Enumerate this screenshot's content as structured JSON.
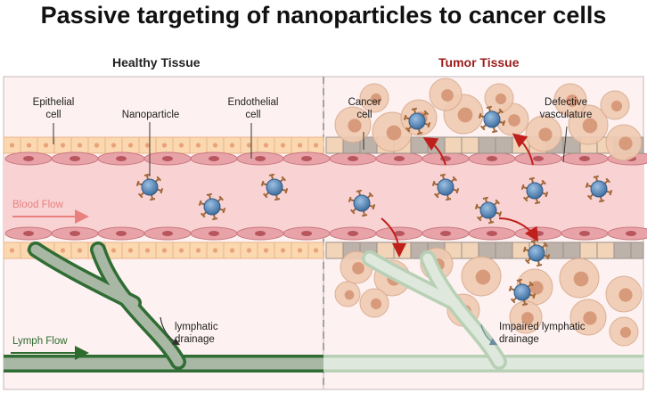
{
  "title": "Passive targeting of nanoparticles to cancer cells",
  "panels": {
    "healthy": {
      "title": "Healthy Tissue",
      "title_color": "#222222"
    },
    "tumor": {
      "title": "Tumor Tissue",
      "title_color": "#9b1b1b"
    }
  },
  "labels": {
    "epithelial": [
      "Epithelial",
      "cell"
    ],
    "nanoparticle": "Nanoparticle",
    "endothelial": [
      "Endothelial",
      "cell"
    ],
    "cancer": [
      "Cancer",
      "cell"
    ],
    "defective": [
      "Defective",
      "vasculature"
    ],
    "lymph_drainage": [
      "lymphatic",
      "drainage"
    ],
    "impaired_drainage": [
      "Impaired lymphatic",
      "drainage"
    ]
  },
  "flows": {
    "blood": "Blood Flow",
    "lymph": "Lymph Flow"
  },
  "colors": {
    "blood_flow": "#e88080",
    "lymph_flow": "#2e6b2e",
    "tumor_title": "#9b1b1b",
    "arrow_red": "#c0201c"
  }
}
